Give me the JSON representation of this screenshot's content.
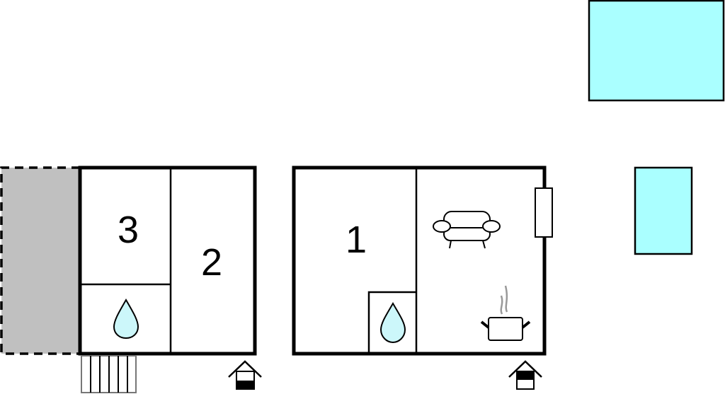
{
  "rooms": [
    {
      "label": "1"
    },
    {
      "label": "2"
    },
    {
      "label": "3"
    }
  ],
  "colors": {
    "wall": "#000000",
    "terrace": "#c0c0c0",
    "water": "#aaffff",
    "drop": "#ccf7fa"
  },
  "icons": [
    "water-drop-icon",
    "sofa-icon",
    "cooking-pot-icon",
    "entrance-icon",
    "stairs-icon",
    "window-icon"
  ]
}
